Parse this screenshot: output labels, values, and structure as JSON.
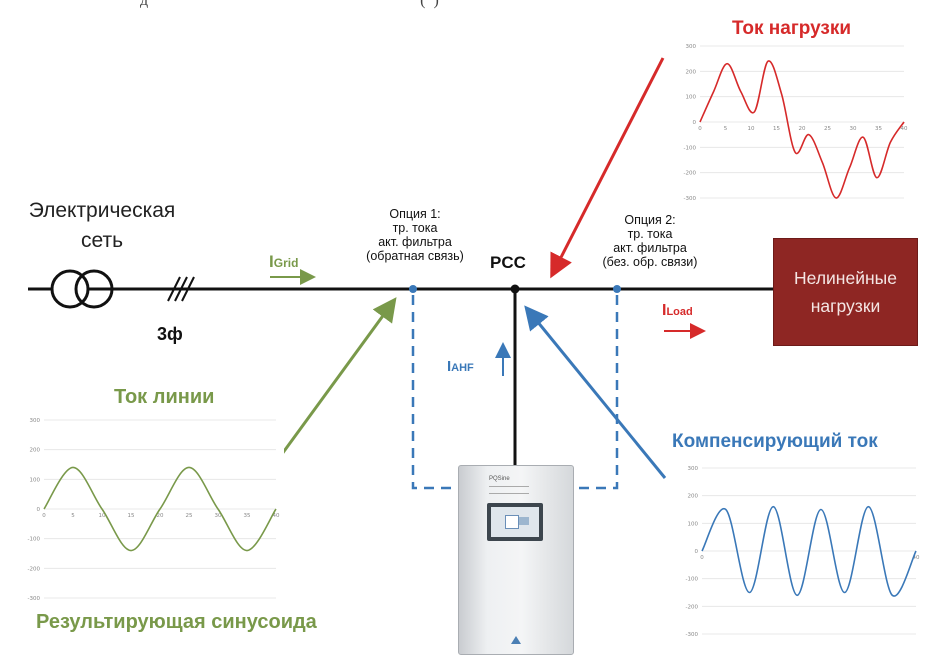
{
  "top_text": "д                                                                    (  )",
  "grid": {
    "label_line1": "Электрическая",
    "label_line2": "сеть",
    "phase_label": "3ф",
    "current_label": "I",
    "current_sub": "Grid"
  },
  "option1": {
    "line1": "Опция 1:",
    "line2": "тр. тока",
    "line3": "акт. фильтра",
    "line4": "(обратная связь)"
  },
  "option2": {
    "line1": "Опция 2:",
    "line2": "тр. тока",
    "line3": "акт. фильтра",
    "line4": "(без. обр. связи)"
  },
  "pcc_label": "PCC",
  "load": {
    "line1": "Нелинейные",
    "line2": "нагрузки",
    "current_label": "I",
    "current_sub": "Load"
  },
  "ahf": {
    "current_label": "I",
    "current_sub": "AHF",
    "brand": "PQSine"
  },
  "titles": {
    "load_current": "Ток нагрузки",
    "line_current": "Ток линии",
    "compensating_current": "Компенсирующий ток",
    "resulting_sinusoid": "Результирующая синусоида"
  },
  "colors": {
    "green": "#79994a",
    "red": "#d62a2a",
    "blue": "#3a78b8",
    "load_box": "#8e2623"
  },
  "chart_data": [
    {
      "type": "line",
      "series": [
        {
          "values": [
            0,
            120,
            230,
            120,
            40,
            240,
            110,
            -120,
            -50,
            -160,
            -300,
            -180,
            -60,
            -220,
            -80,
            0
          ]
        }
      ],
      "x_ticks": [
        "0",
        "5",
        "10",
        "15",
        "20",
        "25",
        "30",
        "35",
        "40"
      ],
      "y_ticks": [
        "300",
        "200",
        "100",
        "0",
        "-100",
        "-200",
        "-300"
      ],
      "ylim": [
        -300,
        300
      ]
    },
    {
      "type": "line",
      "series": [
        {
          "values": [
            0,
            140,
            0,
            -140,
            0,
            140,
            0,
            -140,
            0
          ]
        }
      ],
      "x_ticks": [
        "0",
        "5",
        "10",
        "15",
        "20",
        "25",
        "30",
        "35",
        "40"
      ],
      "y_ticks": [
        "300",
        "200",
        "100",
        "0",
        "-100",
        "-200",
        "-300"
      ],
      "ylim": [
        -300,
        300
      ]
    },
    {
      "type": "line",
      "series": [
        {
          "values": [
            0,
            150,
            -150,
            160,
            -160,
            150,
            -150,
            160,
            -160,
            0
          ]
        }
      ],
      "x_ticks": [
        "0",
        "40"
      ],
      "y_ticks": [
        "300",
        "200",
        "100",
        "0",
        "-100",
        "-200",
        "-300"
      ],
      "ylim": [
        -300,
        300
      ]
    }
  ]
}
